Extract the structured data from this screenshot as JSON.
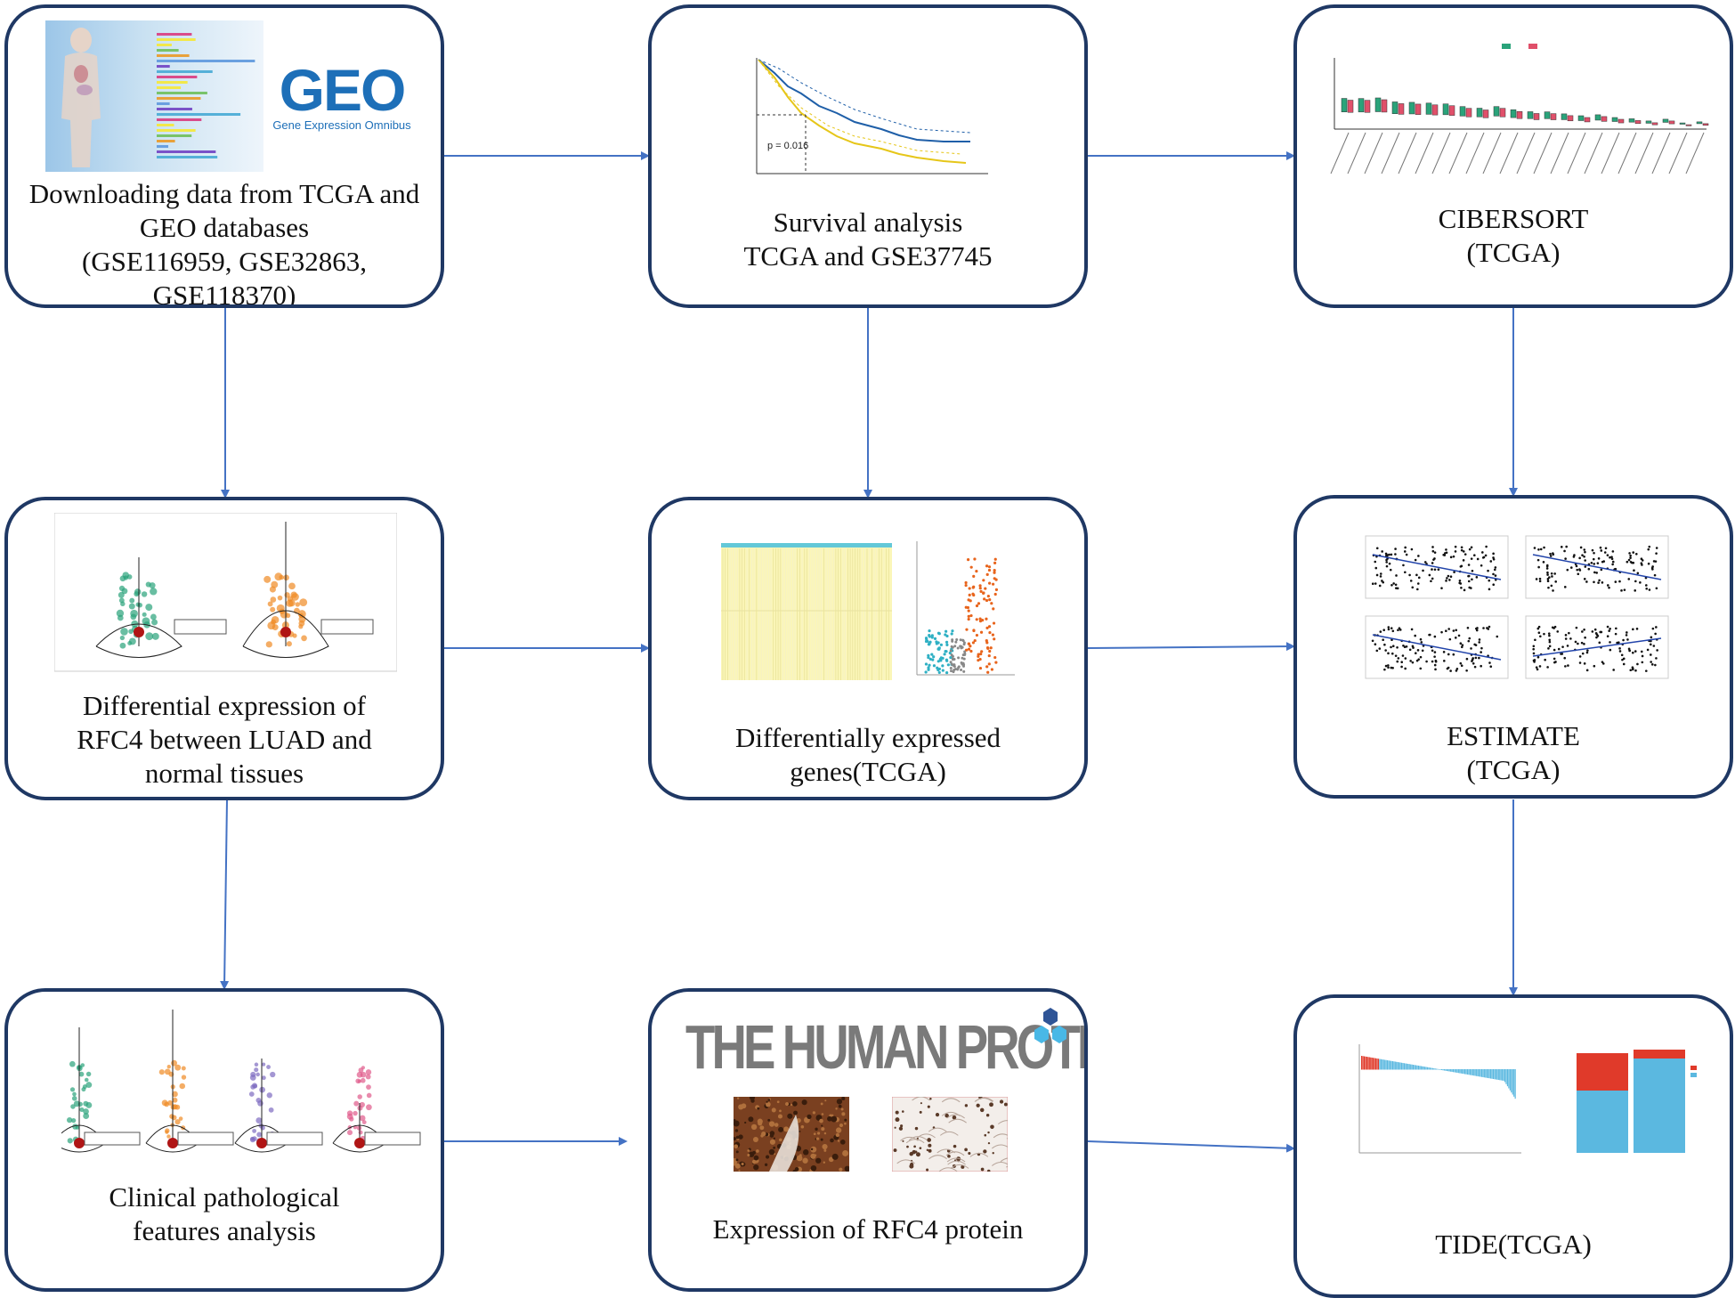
{
  "nodes": {
    "download": {
      "caption": "Downloading data from TCGA and\nGEO databases\n(GSE116959, GSE32863,\nGSE118370)",
      "geo_logo_text": "GEO",
      "geo_logo_subtitle": "Gene Expression Omnibus"
    },
    "survival": {
      "caption": "Survival analysis\nTCGA and GSE37745",
      "plot_pvalue": "p = 0.016"
    },
    "cibersort": {
      "caption": "CIBERSORT\n(TCGA)"
    },
    "diffexp": {
      "caption": "Differential expression of\nRFC4 between LUAD and\nnormal tissues"
    },
    "degs": {
      "caption": "Differentially expressed\ngenes(TCGA)"
    },
    "estimate": {
      "caption": "ESTIMATE\n(TCGA)"
    },
    "clinical": {
      "caption": "Clinical pathological\nfeatures analysis"
    },
    "protein": {
      "caption": "Expression of RFC4 protein",
      "hpa_logo_text": "THE HUMAN PROTEIN ATLAS"
    },
    "tide": {
      "caption": "TIDE(TCGA)"
    }
  },
  "colors": {
    "box_border": "#1f3864",
    "arrow": "#4472c4",
    "km_high": "#1f5fa8",
    "km_low": "#e6c619",
    "volcano_up": "#e8641c",
    "volcano_down": "#2fb0c4",
    "violin_female": "#2aa37a",
    "violin_male": "#f08a24",
    "violin_mean": "#b01515",
    "scatter_fit": "#2244aa",
    "tide_bar": "#5bb8e0",
    "tide_red": "#e03a2a"
  }
}
